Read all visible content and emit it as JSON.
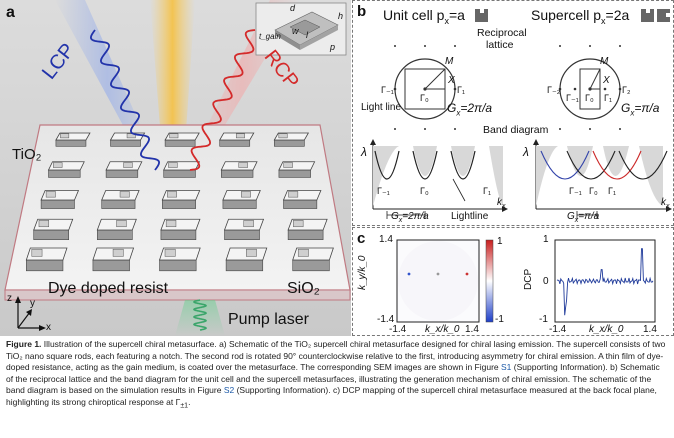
{
  "panel_a": {
    "letter": "a",
    "lcp": "LCP",
    "rcp": "RCP",
    "tio2": "TiO₂",
    "sio2": "SiO₂",
    "dye": "Dye doped resist",
    "pump": "Pump laser",
    "axes": {
      "z": "z",
      "y": "y",
      "x": "x"
    },
    "inset": {
      "d": "d",
      "h": "h",
      "w": "w",
      "l": "l",
      "p": "p",
      "tgain": "t_gain"
    },
    "colors": {
      "lcp": "#2233aa",
      "rcp": "#d42a2a",
      "pump": "#3aa56a"
    }
  },
  "panel_b": {
    "letter": "b",
    "unit_cell": "Unit cell p",
    "unit_cell_eq": "=a",
    "supercell": "Supercell p",
    "supercell_eq": "=2a",
    "px_sub": "x",
    "reciprocal": "Reciprocal",
    "lattice": "lattice",
    "light_line": "Light line",
    "gx_left": "G",
    "gx_left_eq": "=2π/a",
    "gx_right_eq": "=π/a",
    "band_diagram": "Band diagram",
    "lightline": "Lightline",
    "lambda": "λ",
    "kx": "k",
    "gx_sub": "x",
    "pts": {
      "M": "M",
      "X": "X",
      "G0": "Γ₀",
      "G1": "Γ₁",
      "Gm1": "Γ₋₁",
      "Gm2": "Γ₋₂",
      "G2": "Γ₂"
    }
  },
  "panel_c": {
    "letter": "c",
    "left": {
      "ylabel": "k_y/k_0",
      "xlabel": "k_x/k_0",
      "ytop": "1.4",
      "ybot": "-1.4",
      "xleft": "-1.4",
      "xright": "1.4",
      "cb_top": "1",
      "cb_bot": "-1"
    },
    "right": {
      "ylabel": "DCP",
      "xlabel": "k_x/k_0",
      "ytop": "1",
      "ymid": "0",
      "ybot": "-1",
      "xleft": "-1.4",
      "xright": "1.4"
    }
  },
  "caption": {
    "fig": "Figure 1.",
    "text1": " Illustration of the supercell chiral metasurface. a) Schematic of the TiO₂ supercell chiral metasurface designed for chiral lasing emission. The supercell consists of two TiO₂ nano square rods, each featuring a notch. The second rod is rotated 90° counterclockwise relative to the first, introducing asymmetry for chiral emission. A thin film of dye-doped resistance, acting as the gain medium, is coated over the metasurface. The corresponding SEM images are shown in Figure ",
    "link1": "S1",
    "text2": " (Supporting Information). b) Schematic of the reciprocal lattice and the band diagram for the unit cell and the supercell metasurfaces, illustrating the generation mechanism of chiral emission. The schematic of the band diagram is based on the simulation results in Figure ",
    "link2": "S2",
    "text3": " (Supporting Information). c) DCP mapping of the supercell chiral metasurface measured at the back focal plane, highlighting its strong chiroptical response at Γ",
    "text3_sub": "±1",
    "text4": "."
  }
}
